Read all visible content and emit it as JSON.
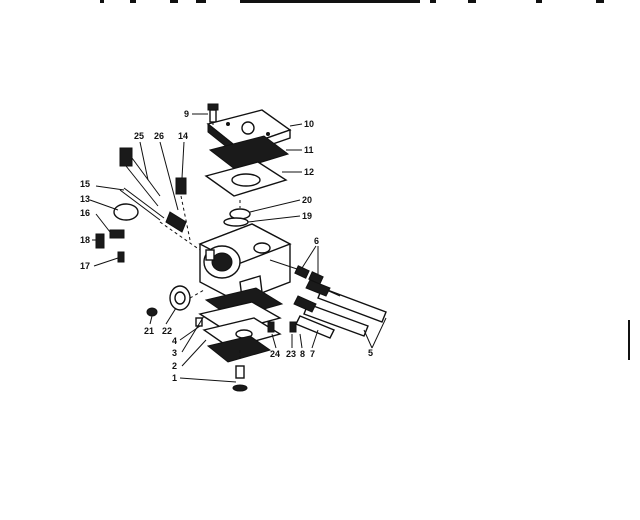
{
  "diagram": {
    "type": "exploded-parts-view",
    "callouts": [
      "1",
      "2",
      "3",
      "4",
      "5",
      "6",
      "7",
      "8",
      "9",
      "10",
      "11",
      "12",
      "13",
      "14",
      "15",
      "16",
      "17",
      "18",
      "19",
      "20",
      "21",
      "22",
      "23",
      "24",
      "25",
      "26"
    ]
  }
}
